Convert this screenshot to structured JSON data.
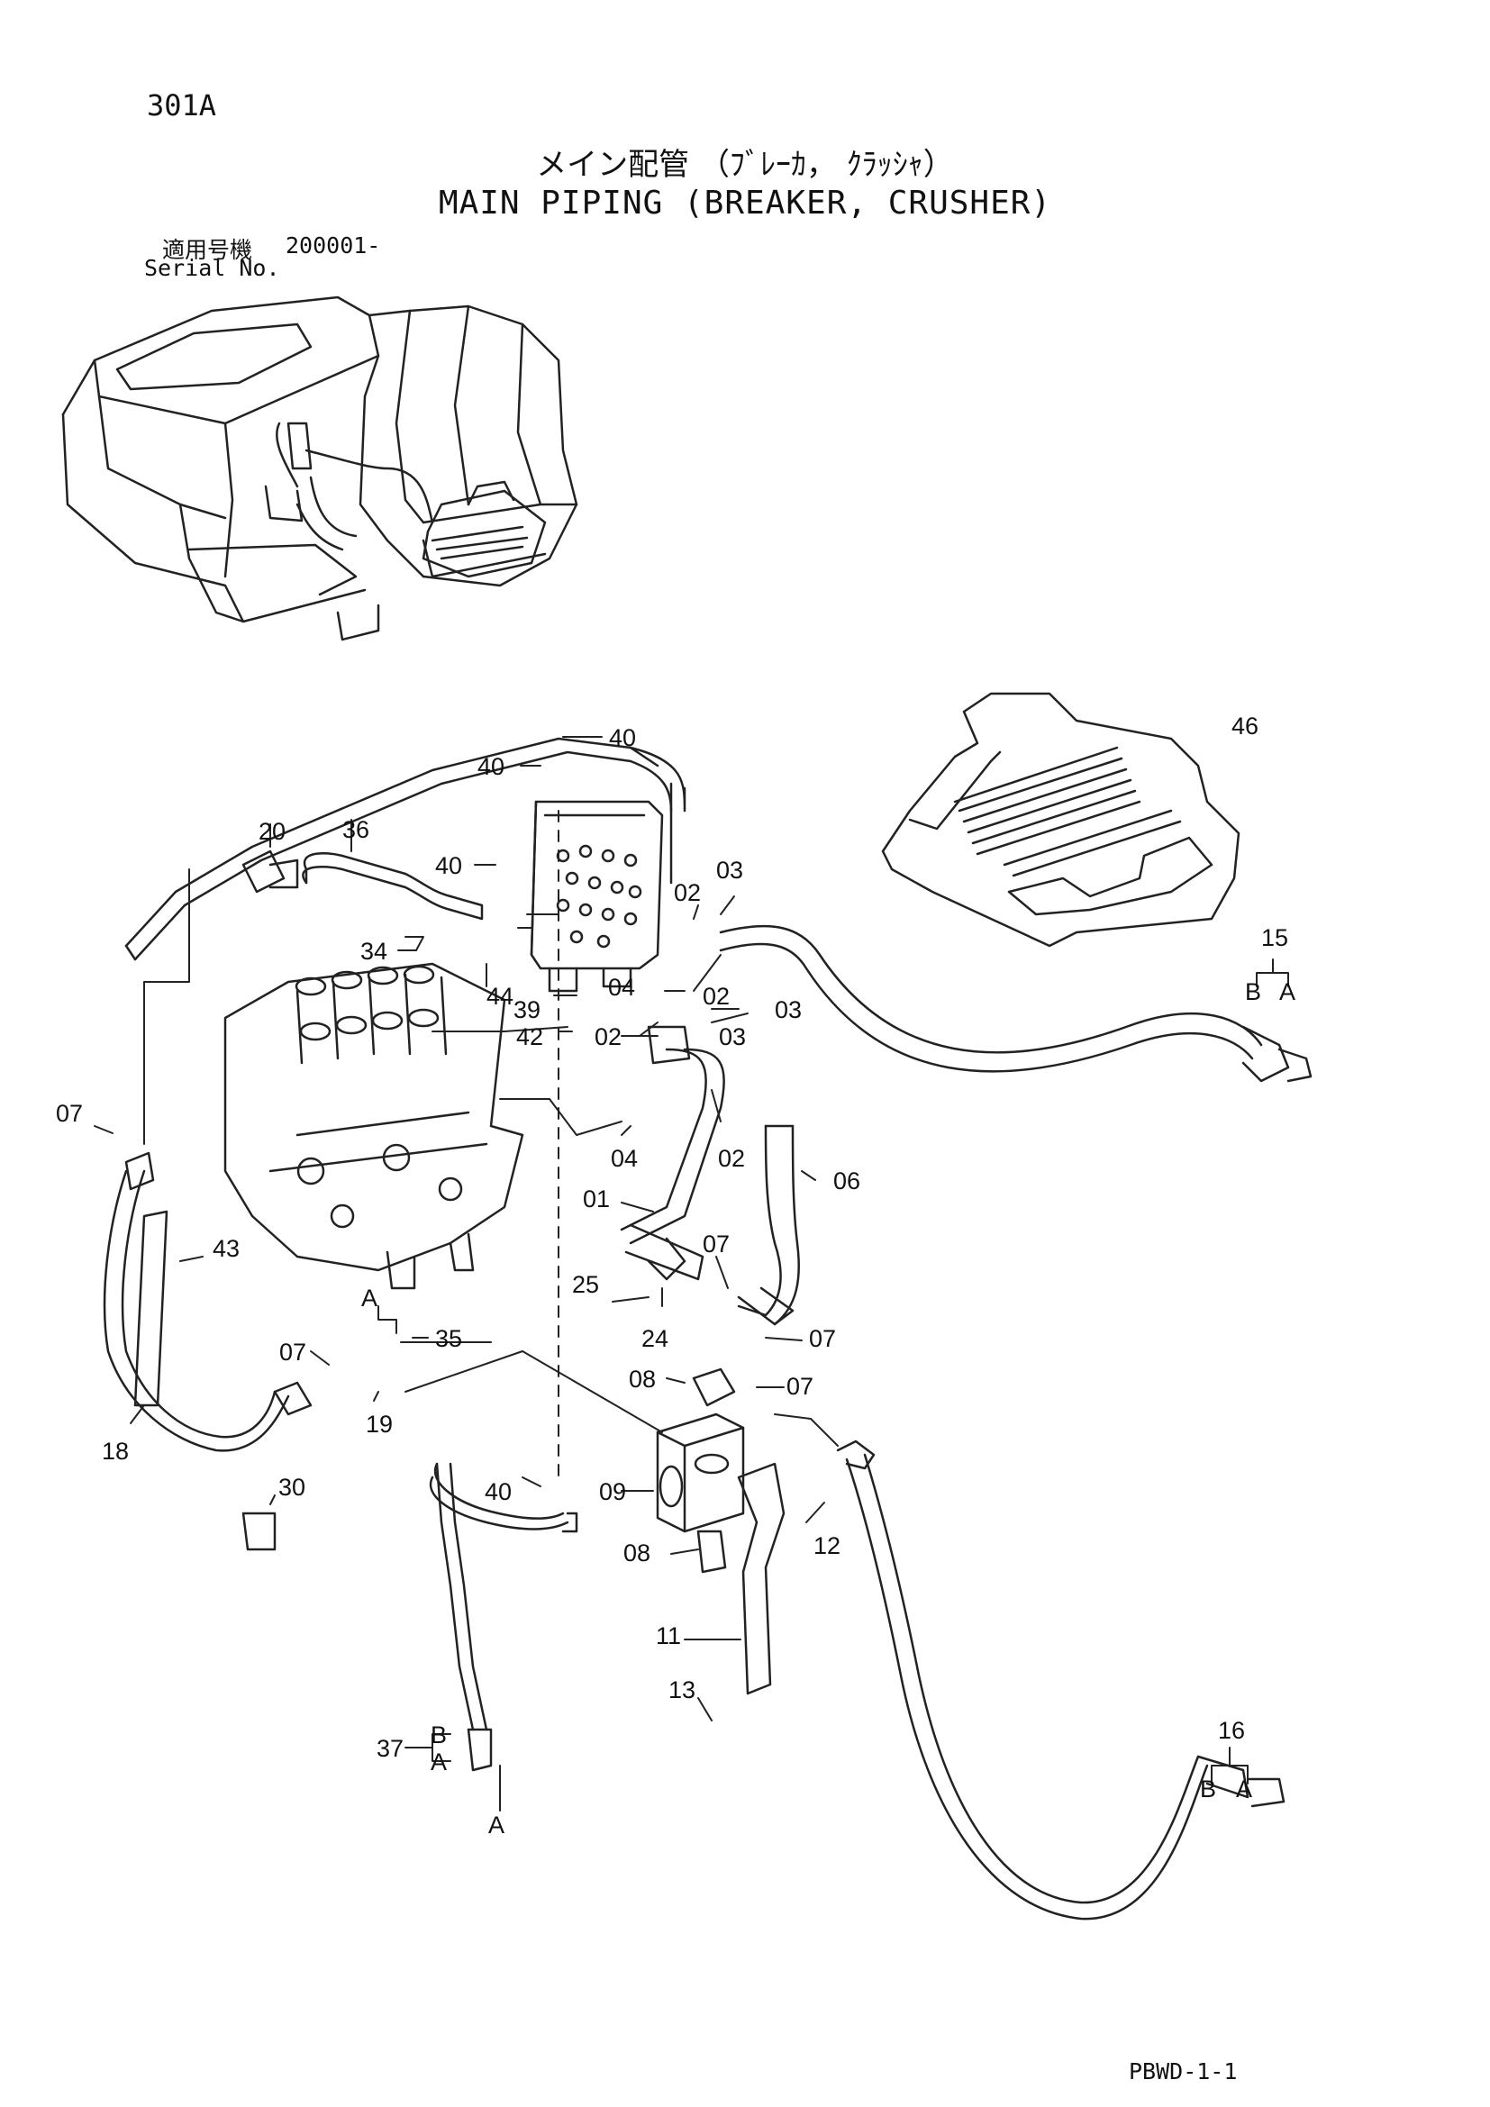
{
  "header": {
    "page_number": "301A",
    "title_jp": "メイン配管 （ﾌﾞﾚｰｶ， ｸﾗｯｼｬ）",
    "title_en": "MAIN PIPING (BREAKER, CRUSHER)",
    "serial_label_jp": "適用号機",
    "serial_number": "200001-",
    "serial_label_en": "Serial No."
  },
  "callouts": {
    "c46": "46",
    "c40a": "40",
    "c40b": "40",
    "c40c": "40",
    "c40d": "40",
    "c36": "36",
    "c20": "20",
    "c03a": "03",
    "c02a": "02",
    "c15": "15",
    "c15b": "B",
    "c15a": "A",
    "c34": "34",
    "c44": "44",
    "c04a": "04",
    "c02b": "02",
    "c03b": "03",
    "c39": "39",
    "c02c": "02",
    "c03c": "03",
    "c42": "42",
    "c07a": "07",
    "c04b": "04",
    "c02d": "02",
    "c06": "06",
    "c01": "01",
    "c43": "43",
    "c07b": "07",
    "c25": "25",
    "c24": "24",
    "cA1": "A",
    "c35": "35",
    "c07c": "07",
    "c07d": "07",
    "c08a": "08",
    "c07e": "07",
    "c19": "19",
    "c18": "18",
    "c30": "30",
    "c09": "09",
    "c12": "12",
    "c08b": "08",
    "c11": "11",
    "c13": "13",
    "c16": "16",
    "c16b": "B",
    "c16a": "A",
    "c37": "37",
    "c37b": "B",
    "c37a": "A",
    "cA2": "A"
  },
  "footer": {
    "code": "PBWD-1-1"
  }
}
